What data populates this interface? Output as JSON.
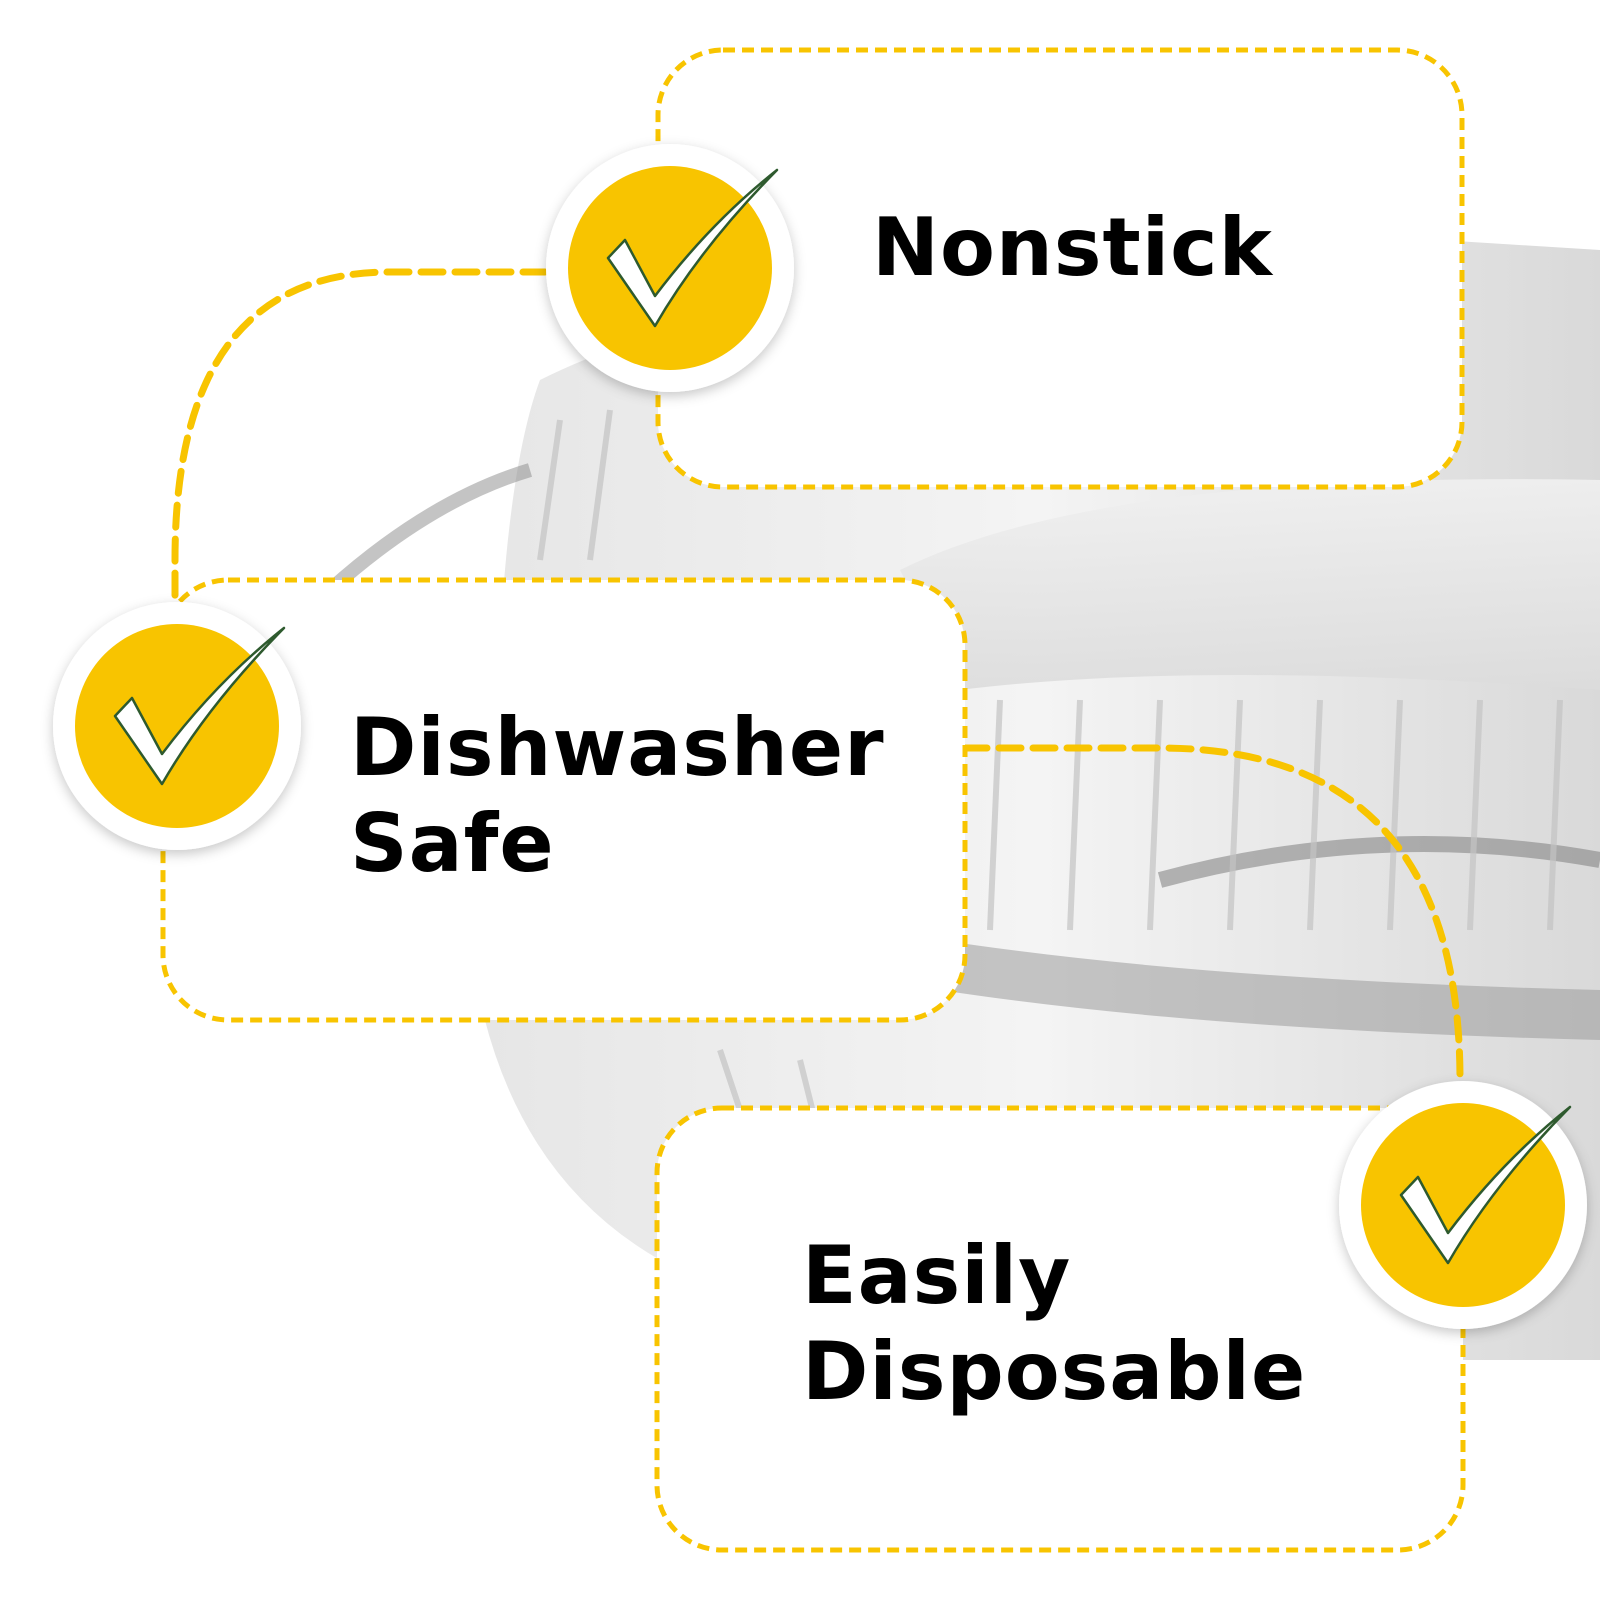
{
  "features": [
    {
      "id": "nonstick",
      "lines": [
        "Nonstick"
      ]
    },
    {
      "id": "dishwasher-safe",
      "lines": [
        "Dishwasher",
        "Safe"
      ]
    },
    {
      "id": "easily-disposable",
      "lines": [
        "Easily",
        "Disposable"
      ]
    }
  ],
  "colors": {
    "accent": "#F8C400",
    "background": "#FFFFFF",
    "text": "#000000",
    "foil": "#D6D6D6",
    "check_outline": "#2E5A2E"
  },
  "icons": {
    "badge": "checkmark-icon",
    "product": "foil-pan-with-lid"
  }
}
